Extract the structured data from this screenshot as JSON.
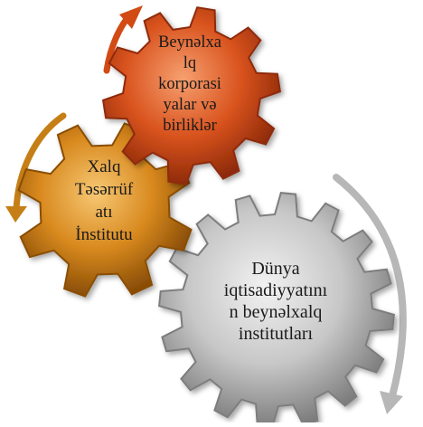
{
  "gears": [
    {
      "id": "orange",
      "color": "#d9531e",
      "shade": "#8e2a08",
      "light": "#f6a070",
      "lines": [
        "Beynəlxa",
        "lq",
        "korporasi",
        "yalar və",
        "birliklər"
      ]
    },
    {
      "id": "gold",
      "color": "#d8891e",
      "shade": "#8a4e06",
      "light": "#f7c874",
      "lines": [
        "Xalq",
        "Təsərrüf",
        "atı",
        "İnstitutu"
      ]
    },
    {
      "id": "silver",
      "color": "#c7c7c7",
      "shade": "#7d7d7d",
      "light": "#f2f2f2",
      "lines": [
        "Dünya",
        "iqtisadiyyatını",
        "n beynəlxalq",
        "institutları"
      ]
    }
  ],
  "arrow_colors": {
    "orange": "#d24a14",
    "gold": "#c57f16",
    "silver": "#b7b7b7"
  },
  "icons": [
    "gear-icon",
    "curved-arrow-icon"
  ]
}
